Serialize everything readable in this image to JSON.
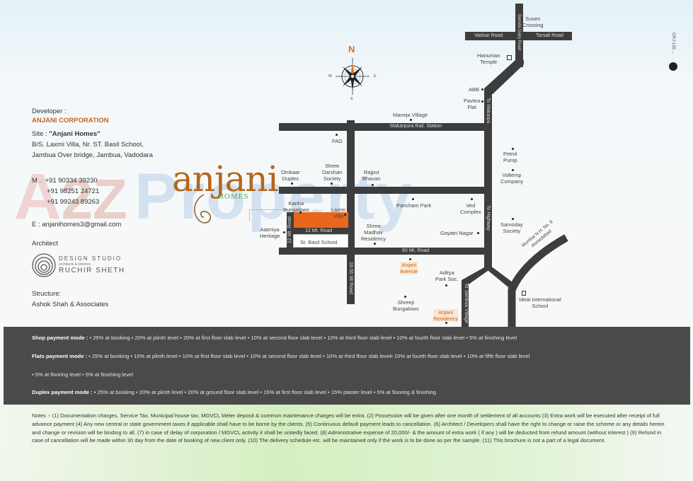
{
  "developer": {
    "label": "Developer :",
    "name": "ANJANI CORPORATION",
    "site_prefix": "Site : ",
    "site_name": "\"Anjani Homes\"",
    "address_line1": "B/S. Laxmi Villa, Nr. ST. Basil School,",
    "address_line2": "Jambua Over bridge, Jambua, Vadodara",
    "mobile_label": "M .",
    "phones": [
      "+91 90334 39230",
      "+91 98251 24721",
      "+91 99243 89263"
    ],
    "email": "E : anjanihomes3@gmail.com",
    "architect_label": "Architect",
    "architect_logo_line1": "DESIGN STUDIO",
    "architect_logo_line2": "architects & interiors",
    "architect_logo_line3": "RUCHIR SHETH",
    "structure_label": "Structure:",
    "structure_name": "Ashok Shah & Associates"
  },
  "brand": {
    "logo_text": "anjani",
    "logo_sub": "HOMES",
    "logo_color": "#b5651d",
    "sub_color": "#4caf50"
  },
  "watermark": {
    "text_a": "A",
    "text_z": "2Z",
    "text_rest": "Property"
  },
  "compass": {
    "n": "N",
    "e": "E",
    "w": "W",
    "s": "S"
  },
  "code_label": "GRJ-155 ...",
  "map": {
    "roads": {
      "vadsar": "Vadsar Road",
      "tarsali": "Tarsali Road",
      "baroda_dairy": "Baroda Dairy Road",
      "makarpura_station": "Makarpura Rail. Station",
      "to_makarpura": "To Makarpura",
      "to_highway": "To Highway",
      "twelve_mt_road_h": "12 Mt. Road",
      "twelve_mt_road_v": "12 Mt. Road",
      "eighteen_mt_road": "18.00 Mt Road",
      "sixty_mt_road": "60 Mt. Road",
      "to_jambua_village": "To Jambua Village",
      "nh8_line1": "Mumbai N.H. No. 8",
      "nh8_line2": "Ahmedabad"
    },
    "places": {
      "susen": [
        "Susen",
        "Crossing"
      ],
      "hanuman": [
        "Hanuman",
        "Temple"
      ],
      "abb": "ABB",
      "pavitra": [
        "Pavitra",
        "Flat"
      ],
      "maneja": "Maneja Village",
      "fag": "FAG",
      "petrol": [
        "Petrol",
        "Pump"
      ],
      "voltemp": [
        "Voltemp",
        "Company"
      ],
      "omkaar": [
        "Omkaar",
        "Duplex"
      ],
      "darshan": [
        "Shree",
        "Darshan",
        "Society"
      ],
      "rajput": [
        "Rajput",
        "Bhavan"
      ],
      "kanha": [
        "Kanha",
        "Bungalows"
      ],
      "laxmi": [
        "Laxmi",
        "Villa"
      ],
      "pancham": "Pancham Park",
      "ved": [
        "Ved",
        "Complex"
      ],
      "aatmiya": [
        "Aatmiya",
        "Heritage"
      ],
      "madhav": [
        "Shree",
        "Madhav",
        "Residency"
      ],
      "gayatri": "Gayatri Nagar",
      "sarvoday": [
        "Sarvoday",
        "Society"
      ],
      "basil": "St. Basil School",
      "anjani_avenue": [
        "Anjani",
        "Avenue"
      ],
      "aditya": [
        "Aditya",
        "Park Soc."
      ],
      "shreeji": [
        "Shreeji",
        "Bungalows"
      ],
      "anjani_residency": [
        "Anjani",
        "Residency"
      ],
      "ideal": [
        "Ideal International",
        "School"
      ]
    },
    "colors": {
      "road": "#3d3d3d",
      "site": "#e8671c"
    }
  },
  "payment": {
    "shop_label": "Shop payment mode :",
    "shop_text": " • 25% at booking • 20% at plinth level • 20% at first floor slab level • 10% at second floor slab level • 10% at third floor slab level • 10% at fourth floor slab level • 5% at finishing level",
    "flats_label": "Flats payment mode :",
    "flats_text": " • 25% at booking • 15% at plinth level • 10% at first floor slab level • 10% at second floor slab level • 10% at third floor slab level• 10% at fourth floor slab level • 10% at fifth floor slab level",
    "flats_text2": "• 5% at flooring level • 5% at finishing level",
    "duplex_label": "Duplex payment mode :",
    "duplex_text": " • 25% at booking • 20% at plinth level • 20% at ground floor slab level • 15% at first floor slab level • 15% plaster level • 5% at flooring & finishing"
  },
  "notes": "Notes :- (1) Documentation charges, Service Tax, Municipal house tax, MGVCL Meter deposit & common maintenance charges will be extra. (2) Possession will be given after one month of settlement of all accounts (3) Extra work will be executed after receipt of full advance payment (4) Any new central or state government taxes if applicable shall have to be borne by the clients. (5) Continuous default payment leads to cancellation. (6) Architect / Developers shall have the right to change or raise the scheme or any details herein and change or revision will be binding to all. (7) in case of delay of corporation / MGVCL activity it shall be unitedly faced. (8) Administrative expense of 20,000/- & the amount of extra work ( if any ) will be deducted from refund amount (without interest ) (9) Refund in case of cancellation will be made within 30 day from the date of booking of new client only. (10) The delivery schedule etc. will be maintained only if the work is to be done as per the sample. (11) This brochure is not a part of a legal document."
}
